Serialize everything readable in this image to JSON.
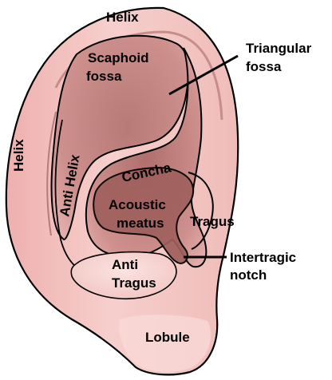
{
  "labels": {
    "helix_top": "Helix",
    "helix_side": "Helix",
    "scaphoid_line1": "Scaphoid",
    "scaphoid_line2": "fossa",
    "triangular_line1": "Triangular",
    "triangular_line2": "fossa",
    "anti_helix": "Anti Helix",
    "concha": "Concha",
    "acoustic_line1": "Acoustic",
    "acoustic_line2": "meatus",
    "tragus": "Tragus",
    "intertragic_line1": "Intertragic",
    "intertragic_line2": "notch",
    "anti_tragus_line1": "Anti",
    "anti_tragus_line2": "Tragus",
    "lobule": "Lobule"
  },
  "colors": {
    "outline": "#000000",
    "skin_light": "#f7d3d0",
    "skin_mid": "#eaaaa8",
    "skin_shade": "#c98a88",
    "fossa": "#c98b88",
    "fossa_dark": "#a96d6a",
    "meatus": "#9c5b58"
  }
}
